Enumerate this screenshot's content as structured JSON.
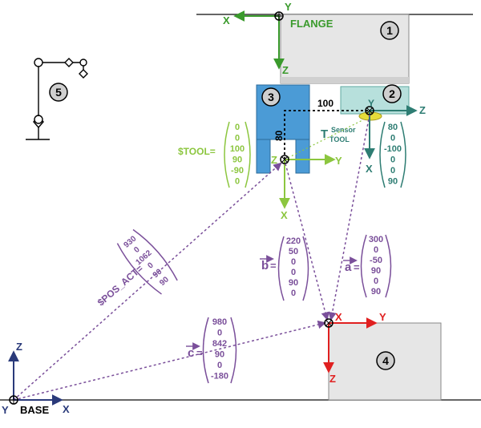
{
  "colors": {
    "green": "#3a9a2c",
    "lime": "#8cc63f",
    "teal": "#2e7d73",
    "purple": "#7a4f9a",
    "red": "#e02020",
    "navy": "#2a3a7a",
    "block_gray": "#e6e6e6",
    "gripper_blue": "#4b9bd6",
    "sensor_teal": "#b7e0dc",
    "lens_yellow": "#e6dc3a",
    "badge_gray": "#cfcfcf"
  },
  "flange": {
    "label": "FLANGE",
    "axis_x": "X",
    "axis_y": "Y",
    "axis_z": "Z",
    "badge": "1"
  },
  "sensor": {
    "badge": "2",
    "axis_y": "Y",
    "axis_z": "Z",
    "axis_x": "X",
    "dim_100": "100",
    "t_symbol": "T",
    "t_super": "Sensor",
    "t_sub": "TOOL",
    "vector": [
      "80",
      "0",
      "-100",
      "0",
      "0",
      "90"
    ]
  },
  "gripper": {
    "badge": "3",
    "axis_z": "Z",
    "axis_y": "Y",
    "axis_x": "X",
    "dim_80": "80",
    "tool_label": "$TOOL=",
    "tool_vector": [
      "0",
      "0",
      "100",
      "90",
      "-90",
      "0"
    ]
  },
  "workpiece": {
    "badge": "4",
    "axis_x": "X",
    "axis_y": "Y",
    "axis_z": "Z"
  },
  "robot_icon": {
    "badge": "5"
  },
  "base": {
    "label": "BASE",
    "axis_z": "Z",
    "axis_x": "X",
    "axis_y": "Y"
  },
  "vectors": {
    "pos_act_label": "$POS_ACT=",
    "pos_act": [
      "930",
      "0",
      "1062",
      "0",
      "90",
      "90"
    ],
    "b_label": "b",
    "b_values": [
      "220",
      "50",
      "0",
      "0",
      "90",
      "0"
    ],
    "a_label": "a",
    "a_values": [
      "300",
      "0",
      "-50",
      "90",
      "0",
      "90"
    ],
    "c_label": "c",
    "c_values": [
      "980",
      "0",
      "842",
      "90",
      "0",
      "-180"
    ],
    "eq": "="
  }
}
